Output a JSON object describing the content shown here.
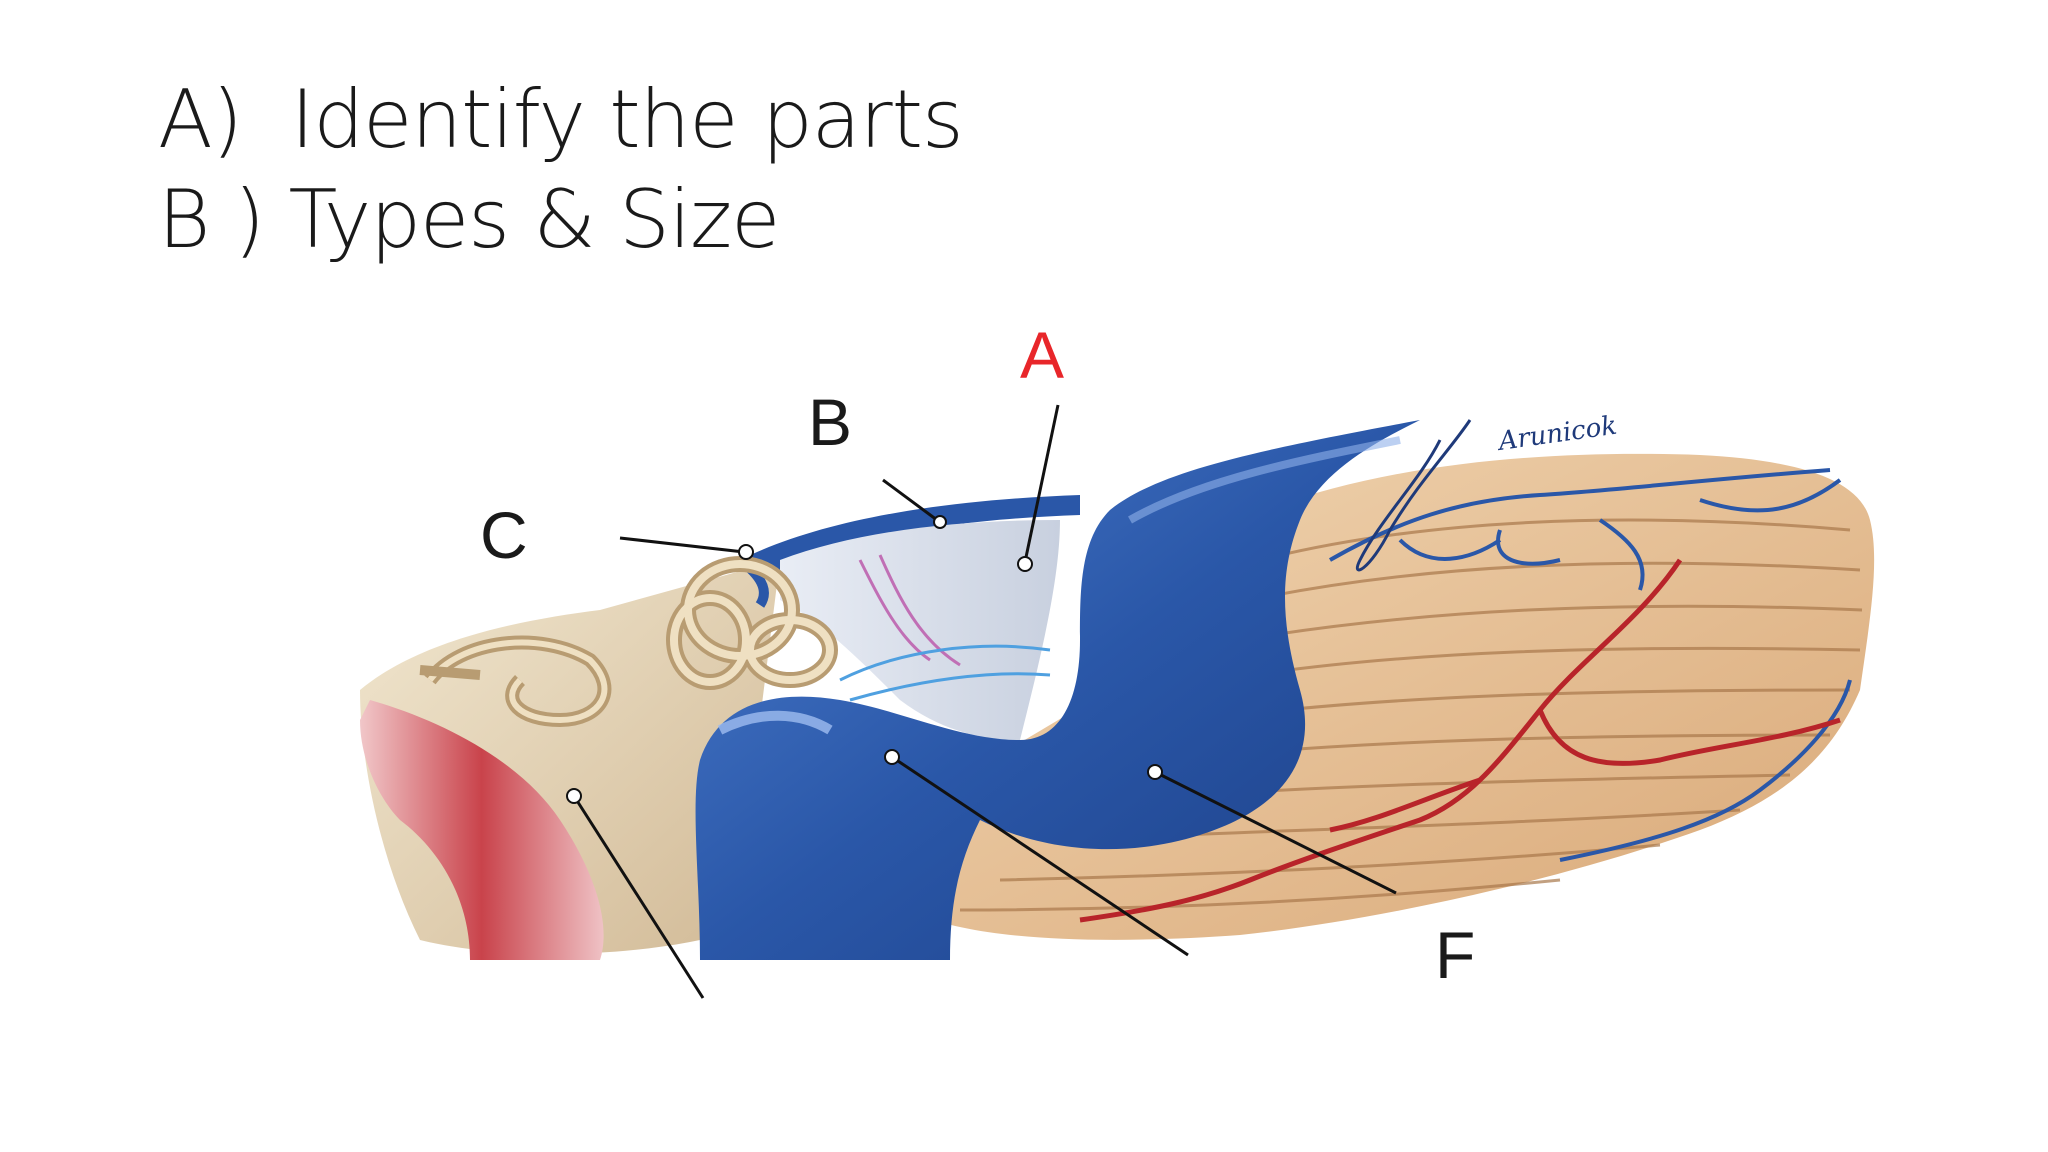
{
  "slide": {
    "title_lines": [
      "A)  Identify the parts",
      "B ) Types & Size"
    ]
  },
  "diagram": {
    "labels": {
      "a": "A",
      "b": "B",
      "c": "C",
      "f": "F"
    },
    "signature": "Arunicok",
    "colors": {
      "label_a": "#e8262a",
      "label_other": "#1a1a1a",
      "vein": "#2a57a8",
      "artery": "#b8242a",
      "cerebellum": "#e8c49a",
      "bone": "#e2cfa8"
    }
  }
}
